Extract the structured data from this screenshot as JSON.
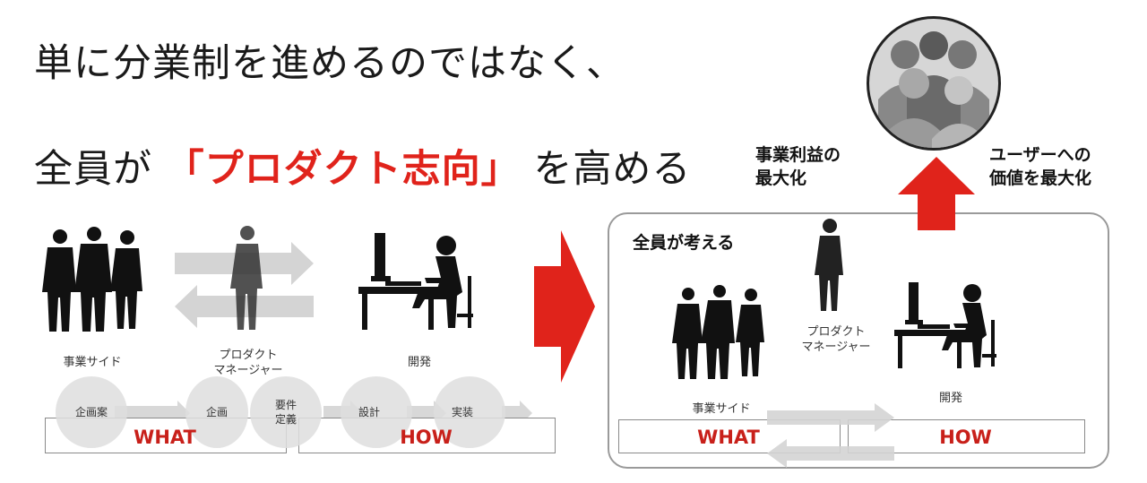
{
  "headline": {
    "line1": "単に分業制を進めるのではなく、",
    "line2_prefix": "全員が",
    "line2_highlight": "「プロダクト志向」",
    "line2_suffix": "を高める"
  },
  "left": {
    "business_label": "事業サイド",
    "pm_label_1": "プロダクト",
    "pm_label_2": "マネージャー",
    "dev_label": "開発",
    "steps": [
      "企画案",
      "企画",
      "要件\n定義",
      "設計",
      "実装"
    ],
    "what_label": "WHAT",
    "how_label": "HOW"
  },
  "right": {
    "panel_title": "全員が考える",
    "business_label": "事業サイド",
    "pm_label_1": "プロダクト",
    "pm_label_2": "マネージャー",
    "dev_label": "開発",
    "what_label": "WHAT",
    "how_label": "HOW"
  },
  "outcomes": {
    "business_profit": [
      "事業利益の",
      "最大化"
    ],
    "user_value": [
      "ユーザーへの",
      "価値を最大化"
    ]
  },
  "colors": {
    "accent": "#e0231b",
    "box_text": "#c8201a",
    "silhouette": "#111111"
  }
}
